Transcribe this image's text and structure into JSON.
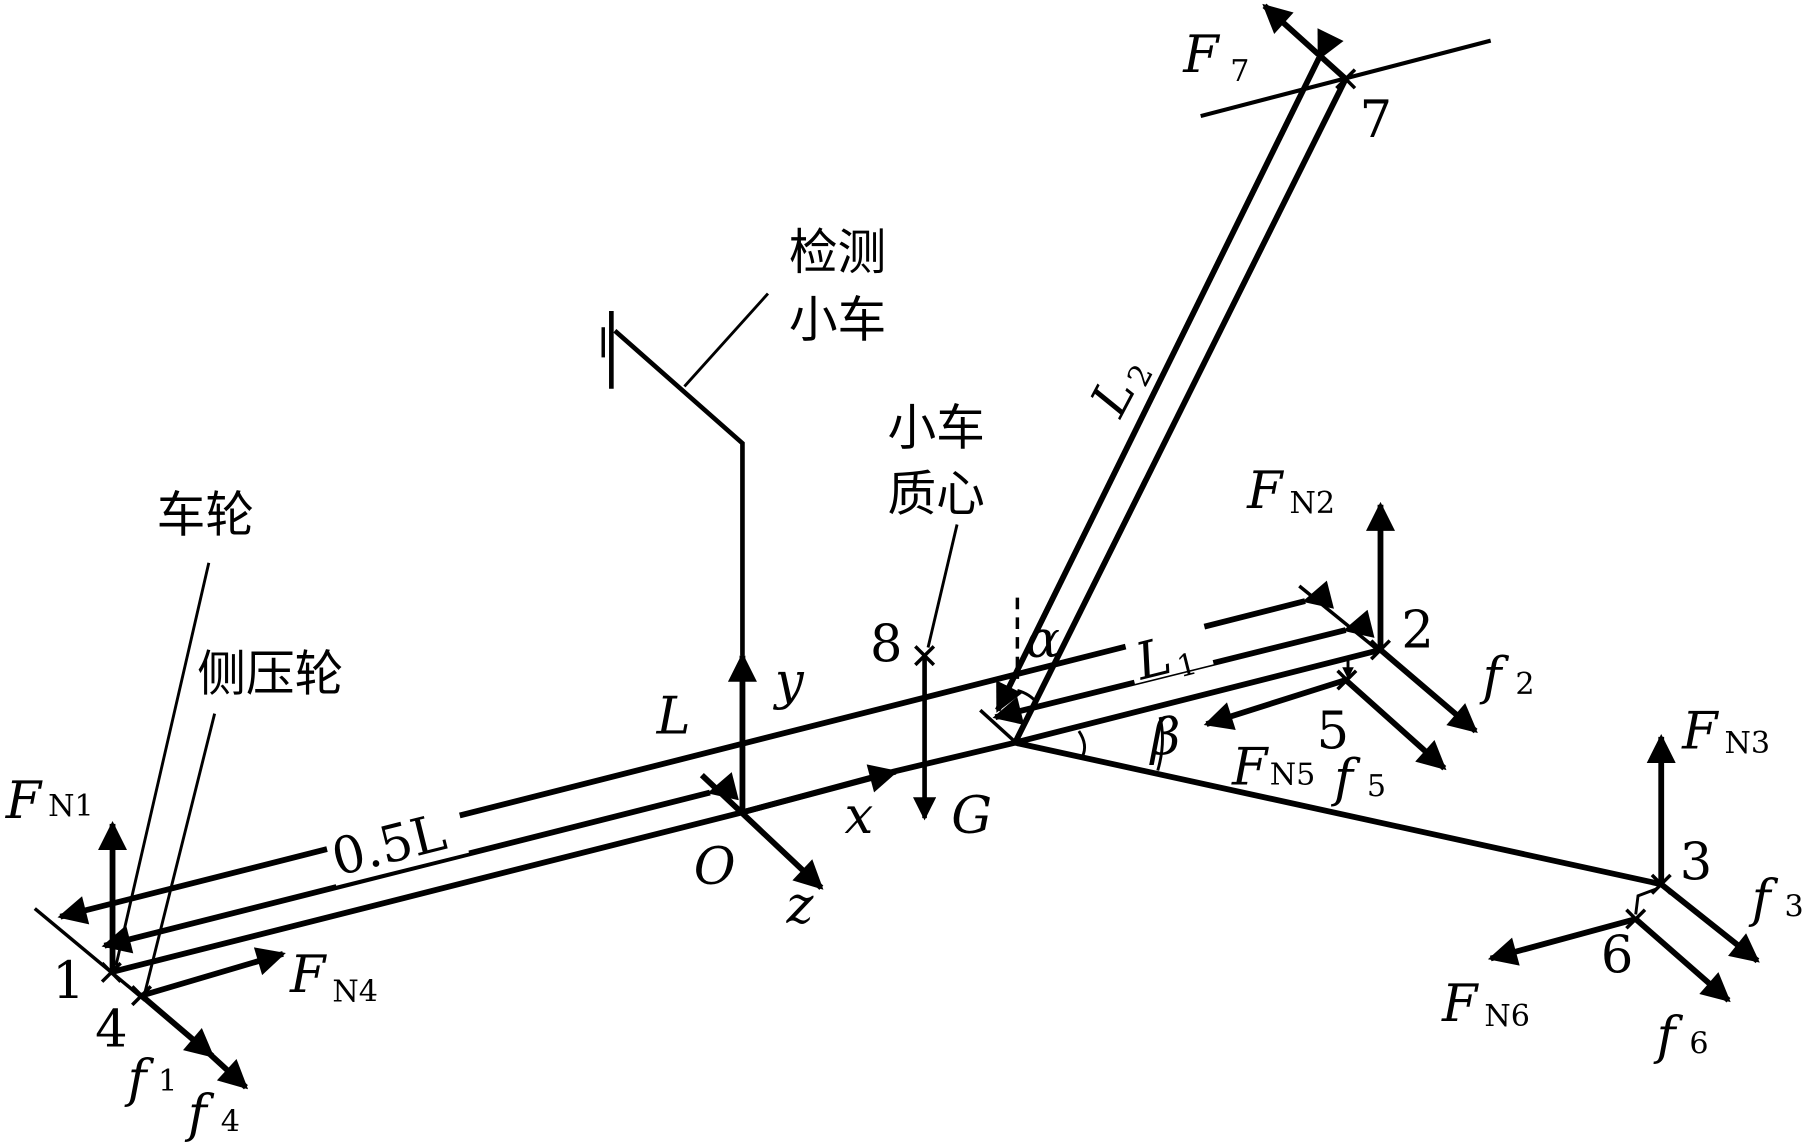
{
  "labels": {
    "detection_cart": [
      "检测",
      "小车"
    ],
    "cart_mass_center": [
      "小车",
      "质心"
    ],
    "wheel": "车轮",
    "side_pressure_wheel": "侧压轮",
    "half_length": "0.5L",
    "length": "L",
    "l1": {
      "main": "L",
      "sub": "1"
    },
    "l2": {
      "main": "L",
      "sub": "2"
    },
    "alpha": "α",
    "beta": "β",
    "axis_x": "x",
    "axis_y": "y",
    "axis_z": "z",
    "origin": "O",
    "gravity": "G"
  },
  "points": [
    "1",
    "2",
    "3",
    "4",
    "5",
    "6",
    "7",
    "8"
  ],
  "forces": {
    "FN1": {
      "main": "F",
      "sub": "N1"
    },
    "FN2": {
      "main": "F",
      "sub": "N2"
    },
    "FN3": {
      "main": "F",
      "sub": "N3"
    },
    "FN4": {
      "main": "F",
      "sub": "N4"
    },
    "FN5": {
      "main": "F",
      "sub": "N5"
    },
    "FN6": {
      "main": "F",
      "sub": "N6"
    },
    "F7": {
      "main": "F",
      "sub": "7"
    },
    "f1": {
      "main": "f",
      "sub": "1"
    },
    "f2": {
      "main": "f",
      "sub": "2"
    },
    "f3": {
      "main": "f",
      "sub": "3"
    },
    "f4": {
      "main": "f",
      "sub": "4"
    },
    "f5": {
      "main": "f",
      "sub": "5"
    },
    "f6": {
      "main": "f",
      "sub": "6"
    }
  }
}
